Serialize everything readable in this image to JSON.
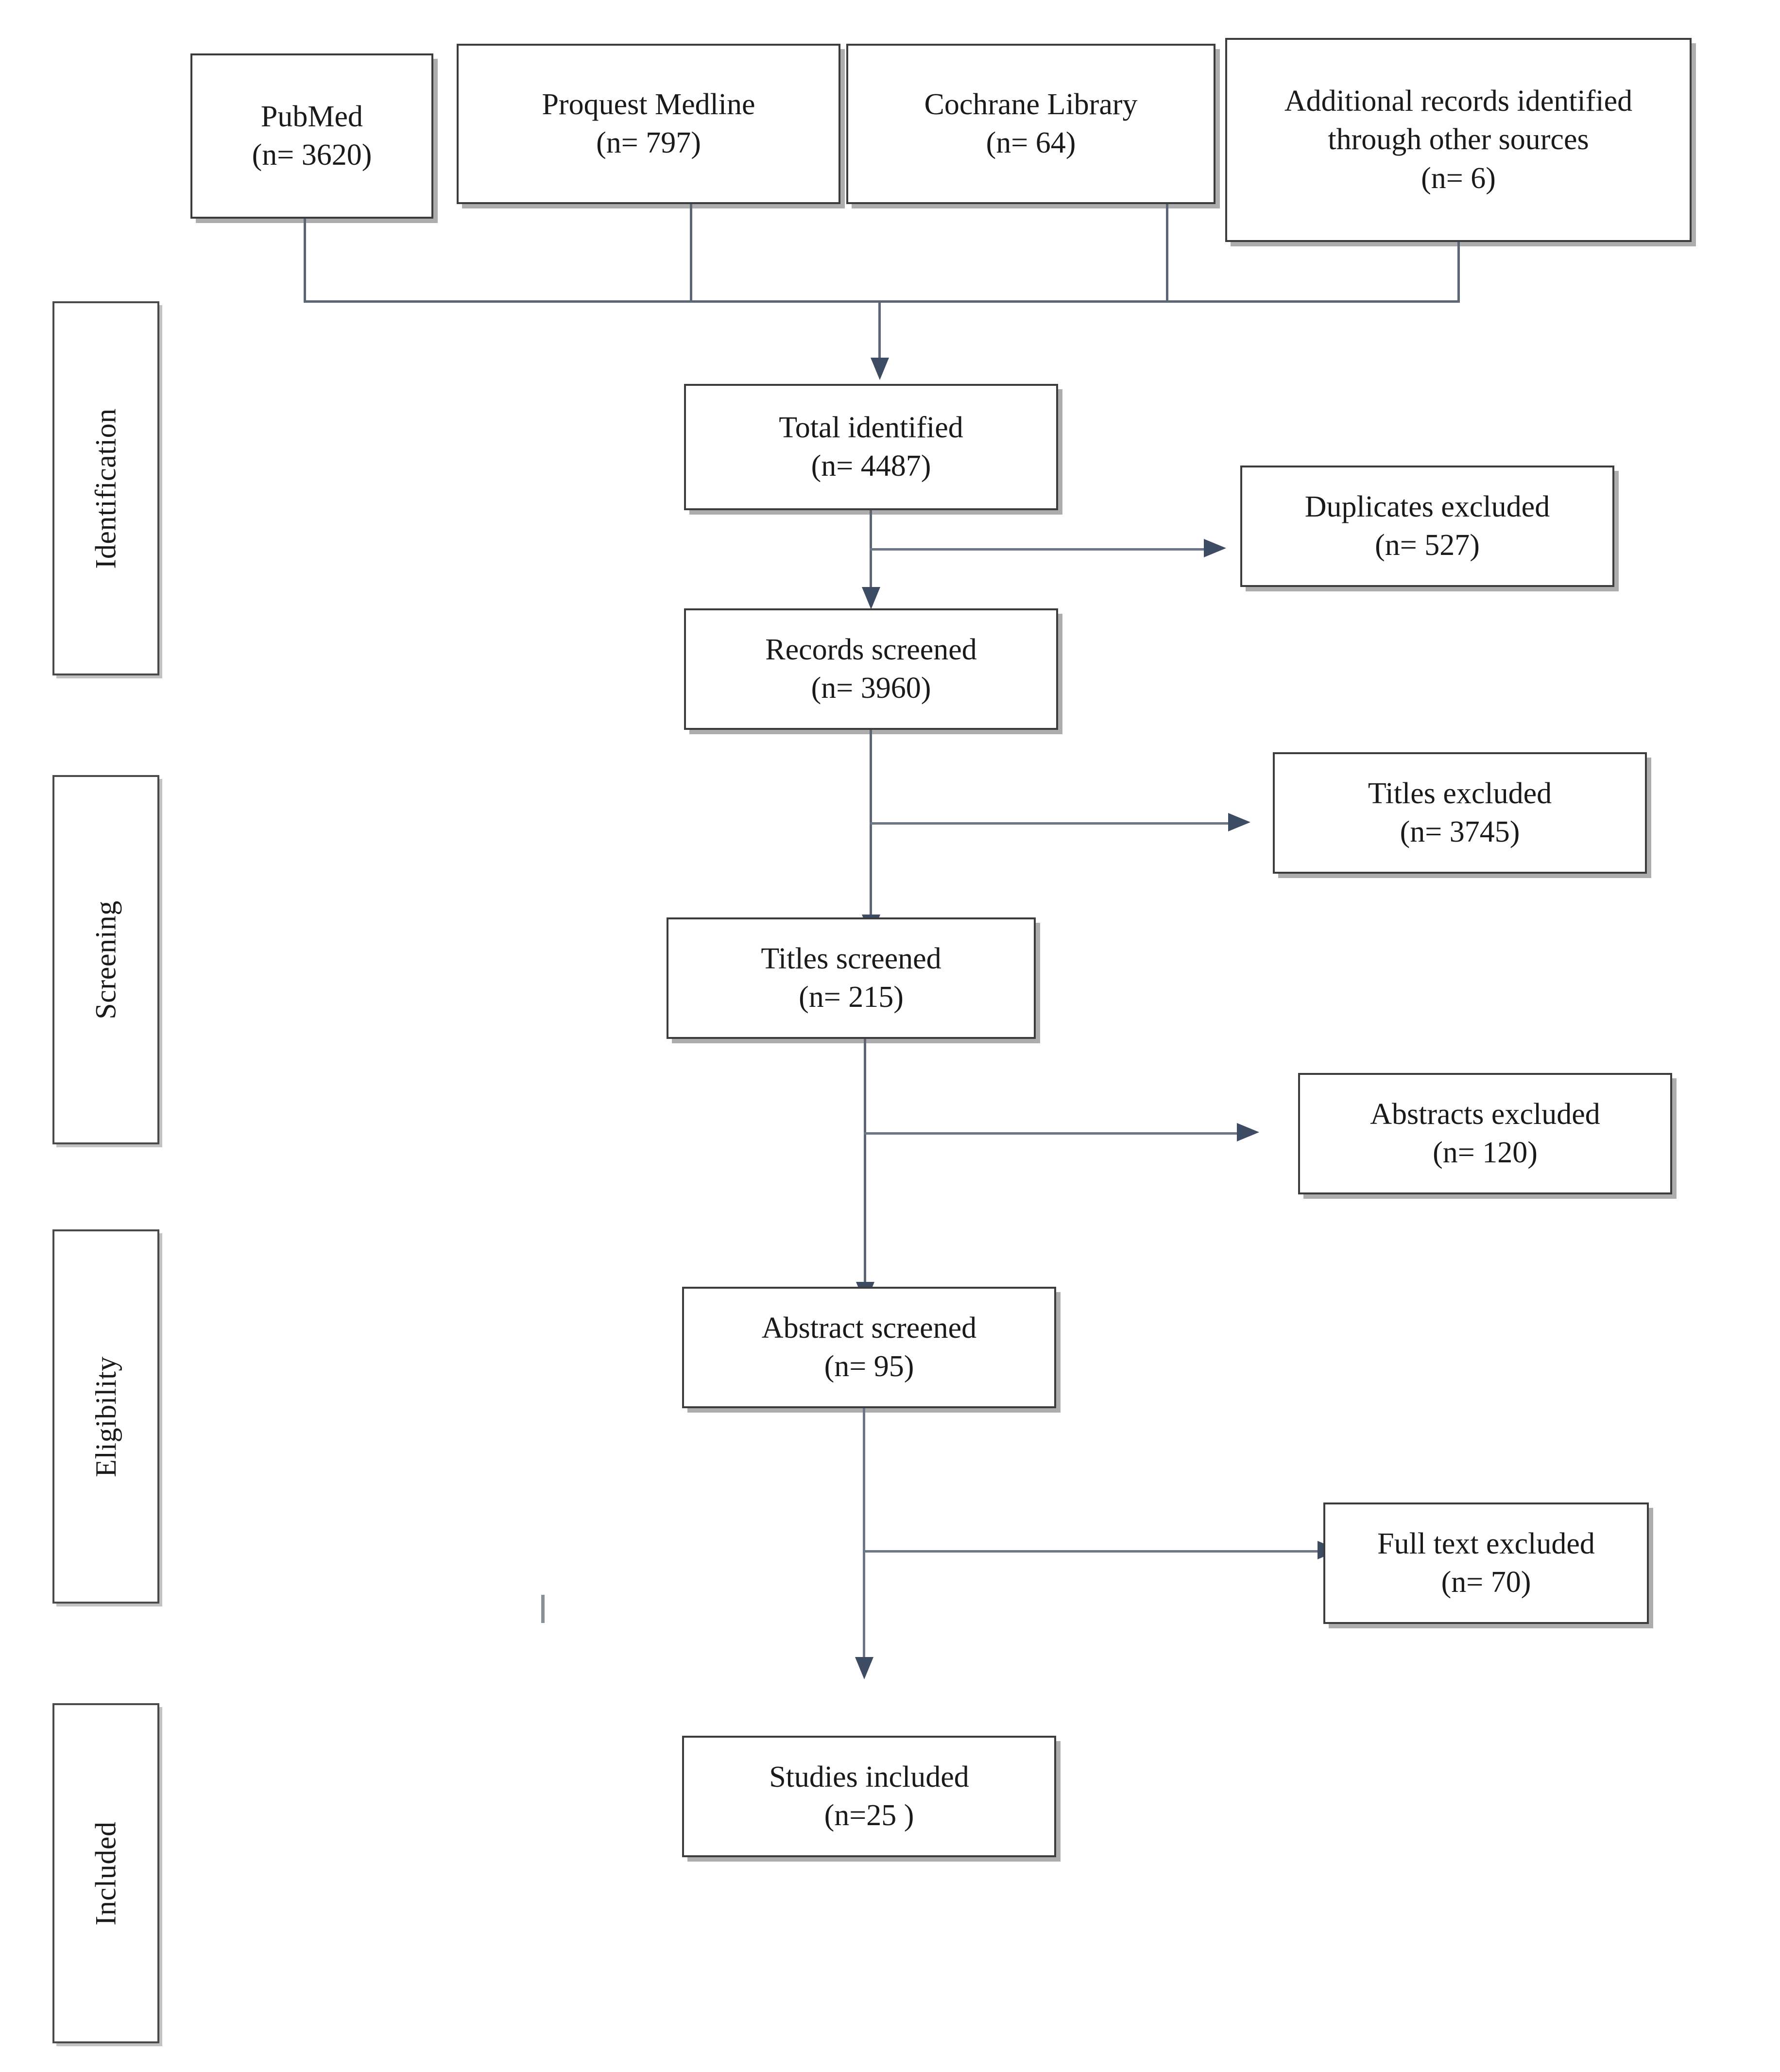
{
  "diagram": {
    "type": "prisma-flow-diagram",
    "stages": [
      {
        "id": "identification",
        "label": "Identification"
      },
      {
        "id": "screening",
        "label": "Screening"
      },
      {
        "id": "eligibility",
        "label": "Eligibility"
      },
      {
        "id": "included",
        "label": "Included"
      }
    ],
    "sources": [
      {
        "id": "pubmed",
        "title": "PubMed",
        "count": "(n= 3620)"
      },
      {
        "id": "proquest-medline",
        "title": "Proquest Medline",
        "count": "(n= 797)"
      },
      {
        "id": "cochrane-library",
        "title": "Cochrane Library",
        "count": "(n= 64)"
      },
      {
        "id": "additional-records",
        "title": "Additional records identified through other sources",
        "count": "(n= 6)"
      }
    ],
    "flow": [
      {
        "id": "total-identified",
        "title": "Total identified",
        "count": "(n= 4487)"
      },
      {
        "id": "records-screened",
        "title": "Records screened",
        "count": "(n= 3960)"
      },
      {
        "id": "titles-screened",
        "title": "Titles screened",
        "count": "(n= 215)"
      },
      {
        "id": "abstract-screened",
        "title": "Abstract screened",
        "count": "(n= 95)"
      },
      {
        "id": "studies-included",
        "title": "Studies included",
        "count": "(n=25 )"
      }
    ],
    "exclusions": [
      {
        "id": "duplicates-excluded",
        "title": "Duplicates excluded",
        "count": "(n= 527)"
      },
      {
        "id": "titles-excluded",
        "title": "Titles excluded",
        "count": "(n= 3745)"
      },
      {
        "id": "abstracts-excluded",
        "title": "Abstracts excluded",
        "count": "(n= 120)"
      },
      {
        "id": "full-text-excluded",
        "title": "Full text excluded",
        "count": "(n= 70)"
      }
    ],
    "colors": {
      "box_border": "#3c3c3c",
      "stage_border": "#4a4a4a",
      "connector": "#5d6675",
      "arrow_head": "#3d4c63",
      "background": "#ffffff",
      "text": "#1a1a1a"
    }
  }
}
